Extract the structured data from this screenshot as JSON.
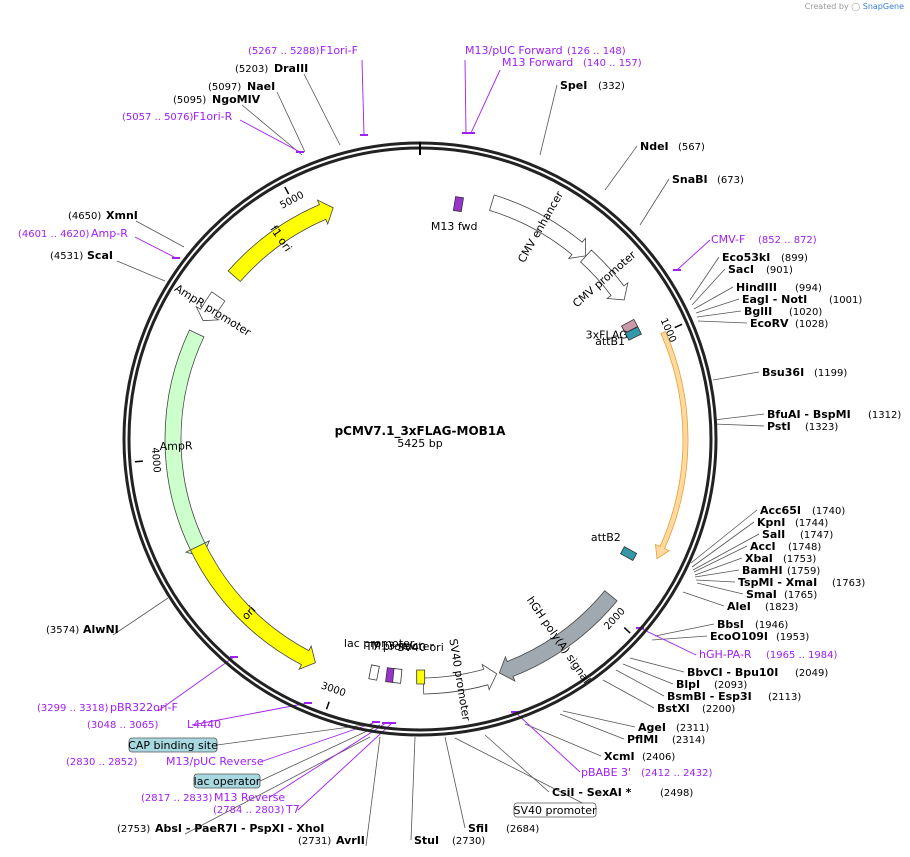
{
  "credit": {
    "prefix": "Created by",
    "brand": "SnapGene"
  },
  "plasmid": {
    "name": "pCMV7.1_3xFLAG-MOB1A",
    "size": "5425 bp",
    "length": 5425
  },
  "ticks": [
    "1000",
    "2000",
    "3000",
    "4000",
    "5000"
  ],
  "features": [
    {
      "id": "f1-ori",
      "label": "f1 ori",
      "start": 4690,
      "end": 5115,
      "dir": 1,
      "color": "#ffff00",
      "track": 1
    },
    {
      "id": "ampr-promoter",
      "label": "AmpR promoter",
      "start": 4500,
      "end": 4600,
      "dir": -1,
      "color": "#ffffff",
      "track": 1
    },
    {
      "id": "ampr",
      "label": "AmpR",
      "start": 3640,
      "end": 4450,
      "dir": -1,
      "color": "#ccffcc",
      "track": 1
    },
    {
      "id": "ori",
      "label": "ori",
      "start": 3090,
      "end": 3680,
      "dir": -1,
      "color": "#ffff00",
      "track": 1
    },
    {
      "id": "cmv-enhancer",
      "label": "CMV enhancer",
      "start": 255,
      "end": 635,
      "dir": 1,
      "color": "#ffffff",
      "track": 1
    },
    {
      "id": "cmv-promoter",
      "label": "CMV promoter",
      "start": 636,
      "end": 840,
      "dir": 1,
      "color": "#ffffff",
      "track": 1
    },
    {
      "id": "hgh-polya",
      "label": "hGH poly(A) signal",
      "start": 1950,
      "end": 2430,
      "dir": 1,
      "color": "#a0a8b0",
      "track": 1
    },
    {
      "id": "sv40-promoter",
      "label": "SV40 promoter",
      "start": 2440,
      "end": 2700,
      "dir": -1,
      "color": "#ffffff",
      "track": 1
    },
    {
      "id": "mob1a",
      "label": "",
      "start": 1000,
      "end": 1760,
      "dir": 1,
      "color": "#ffd9a0",
      "track": 0
    }
  ],
  "small_features": [
    {
      "label": "M13 fwd",
      "pos": 140,
      "color": "#9933cc"
    },
    {
      "label": "3xFLAG",
      "pos": 930,
      "color": "#cc99aa"
    },
    {
      "label": "attB1",
      "pos": 960,
      "color": "#3399aa"
    },
    {
      "label": "attB2",
      "pos": 1790,
      "color": "#3399aa"
    },
    {
      "label": "SV40 ori",
      "pos": 2710,
      "color": "#ffff00"
    },
    {
      "label": "M13 rev",
      "pos": 2820,
      "color": "#9933cc"
    },
    {
      "label": "T7 promoter",
      "pos": 2795,
      "color": "#ffffff"
    },
    {
      "label": "lac promoter",
      "pos": 2880,
      "color": "#ffffff"
    }
  ],
  "enzymes_right": [
    {
      "name": "SpeI",
      "pos": "(332)"
    },
    {
      "name": "NdeI",
      "pos": "(567)"
    },
    {
      "name": "SnaBI",
      "pos": "(673)"
    },
    {
      "name": "Eco53kI",
      "pos": "(899)"
    },
    {
      "name": "SacI",
      "pos": "(901)"
    },
    {
      "name": "HindIII",
      "pos": "(994)"
    },
    {
      "name": "EagI - NotI",
      "pos": "(1001)"
    },
    {
      "name": "BglII",
      "pos": "(1020)"
    },
    {
      "name": "EcoRV",
      "pos": "(1028)"
    },
    {
      "name": "Bsu36I",
      "pos": "(1199)"
    },
    {
      "name": "BfuAI - BspMI",
      "pos": "(1312)"
    },
    {
      "name": "PstI",
      "pos": "(1323)"
    },
    {
      "name": "Acc65I",
      "pos": "(1740)"
    },
    {
      "name": "KpnI",
      "pos": "(1744)"
    },
    {
      "name": "SalI",
      "pos": "(1747)"
    },
    {
      "name": "AccI",
      "pos": "(1748)"
    },
    {
      "name": "XbaI",
      "pos": "(1753)"
    },
    {
      "name": "BamHI",
      "pos": "(1759)"
    },
    {
      "name": "TspMI - XmaI",
      "pos": "(1763)"
    },
    {
      "name": "SmaI",
      "pos": "(1765)"
    },
    {
      "name": "AleI",
      "pos": "(1823)"
    },
    {
      "name": "BbsI",
      "pos": "(1946)"
    },
    {
      "name": "EcoO109I",
      "pos": "(1953)"
    },
    {
      "name": "BbvCI - Bpu10I",
      "pos": "(2049)"
    },
    {
      "name": "BlpI",
      "pos": "(2093)"
    },
    {
      "name": "BsmBI - Esp3I",
      "pos": "(2113)"
    },
    {
      "name": "BstXI",
      "pos": "(2200)"
    },
    {
      "name": "AgeI",
      "pos": "(2311)"
    },
    {
      "name": "PflMI",
      "pos": "(2314)"
    },
    {
      "name": "XcmI",
      "pos": "(2406)"
    },
    {
      "name": "CsiI - SexAI *",
      "pos": "(2498)"
    },
    {
      "name": "SfiI",
      "pos": "(2684)"
    },
    {
      "name": "StuI",
      "pos": "(2730)"
    }
  ],
  "enzymes_left": [
    {
      "name": "DraIII",
      "pos": "(5203)"
    },
    {
      "name": "NaeI",
      "pos": "(5097)"
    },
    {
      "name": "NgoMIV",
      "pos": "(5095)"
    },
    {
      "name": "XmnI",
      "pos": "(4650)"
    },
    {
      "name": "ScaI",
      "pos": "(4531)"
    },
    {
      "name": "AlwNI",
      "pos": "(3574)"
    },
    {
      "name": "AbsI - PaeR7I - PspXI - XhoI",
      "pos": "(2753)"
    },
    {
      "name": "AvrII",
      "pos": "(2731)"
    }
  ],
  "primers": [
    {
      "name": "F1ori-F",
      "range": "(5267 .. 5288)"
    },
    {
      "name": "M13/pUC Forward",
      "range": "(126 .. 148)"
    },
    {
      "name": "M13 Forward",
      "range": "(140 .. 157)"
    },
    {
      "name": "F1ori-R",
      "range": "(5057 .. 5076)"
    },
    {
      "name": "Amp-R",
      "range": "(4601 .. 4620)"
    },
    {
      "name": "CMV-F",
      "range": "(852 .. 872)"
    },
    {
      "name": "hGH-PA-R",
      "range": "(1965 .. 1984)"
    },
    {
      "name": "pBABE 3'",
      "range": "(2412 .. 2432)"
    },
    {
      "name": "pBR322ori-F",
      "range": "(3299 .. 3318)"
    },
    {
      "name": "L4440",
      "range": "(3048 .. 3065)"
    },
    {
      "name": "M13/pUC Reverse",
      "range": "(2830 .. 2852)"
    },
    {
      "name": "M13 Reverse",
      "range": "(2817 .. 2833)"
    },
    {
      "name": "T7",
      "range": "(2784 .. 2803)"
    }
  ],
  "boxed_labels": [
    {
      "name": "CAP binding site",
      "color": "#a8d8e0"
    },
    {
      "name": "lac operator",
      "color": "#a8d8e0"
    },
    {
      "name": "SV40 promoter",
      "color": "#ffffff"
    }
  ]
}
